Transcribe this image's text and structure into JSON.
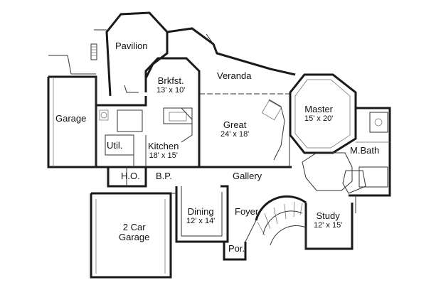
{
  "rooms": {
    "pavilion": {
      "name": "Pavilion"
    },
    "veranda": {
      "name": "Veranda"
    },
    "brkfst": {
      "name": "Brkfst.",
      "dim": "13' x 10'"
    },
    "garage": {
      "name": "Garage"
    },
    "great": {
      "name": "Great",
      "dim": "24' x 18'"
    },
    "master": {
      "name": "Master",
      "dim": "15' x 20'"
    },
    "util": {
      "name": "Util."
    },
    "kitchen": {
      "name": "Kitchen",
      "dim": "18' x 15'"
    },
    "mbath": {
      "name": "M.Bath"
    },
    "ho": {
      "name": "H.O."
    },
    "bp": {
      "name": "B.P."
    },
    "gallery": {
      "name": "Gallery"
    },
    "dining": {
      "name": "Dining",
      "dim": "12' x 14'"
    },
    "foyer": {
      "name": "Foyer"
    },
    "study": {
      "name": "Study",
      "dim": "12' x 15'"
    },
    "car_garage": {
      "name_line1": "2 Car",
      "name_line2": "Garage"
    },
    "por": {
      "name": "Por."
    }
  }
}
